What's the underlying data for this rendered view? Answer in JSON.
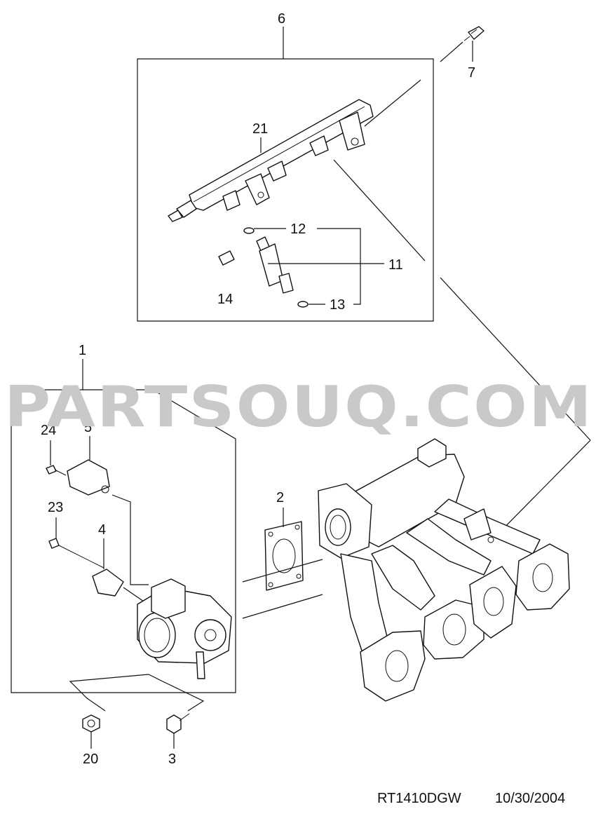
{
  "watermark": "PARTSOUQ.COM",
  "footer": {
    "drawing_id": "RT1410DGW",
    "date": "10/30/2004"
  },
  "callouts": {
    "c1": "1",
    "c2": "2",
    "c3": "3",
    "c4": "4",
    "c5": "5",
    "c6": "6",
    "c7": "7",
    "c11": "11",
    "c12": "12",
    "c13": "13",
    "c14": "14",
    "c20": "20",
    "c21": "21",
    "c23": "23",
    "c24": "24"
  }
}
